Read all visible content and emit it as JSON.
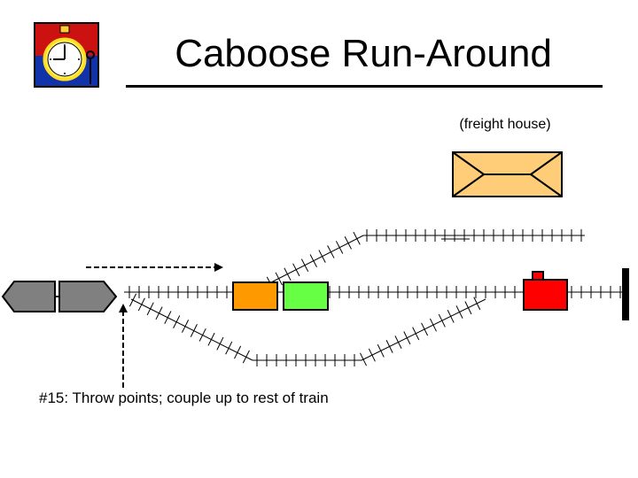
{
  "title": "Caboose Run-Around",
  "freight_house_label": "(freight house)",
  "step_caption": "#15:  Throw points;  couple up to rest of train",
  "icons": {
    "logo": "stopwatch-icon"
  },
  "colors": {
    "locomotive": "#808080",
    "orange_car": "#ff9900",
    "green_car": "#66ff44",
    "caboose": "#ff0000",
    "freight_house": "#ffcc77",
    "logo_red": "#cc1111",
    "logo_blue": "#1133aa",
    "stopwatch_face": "#ffee55"
  }
}
